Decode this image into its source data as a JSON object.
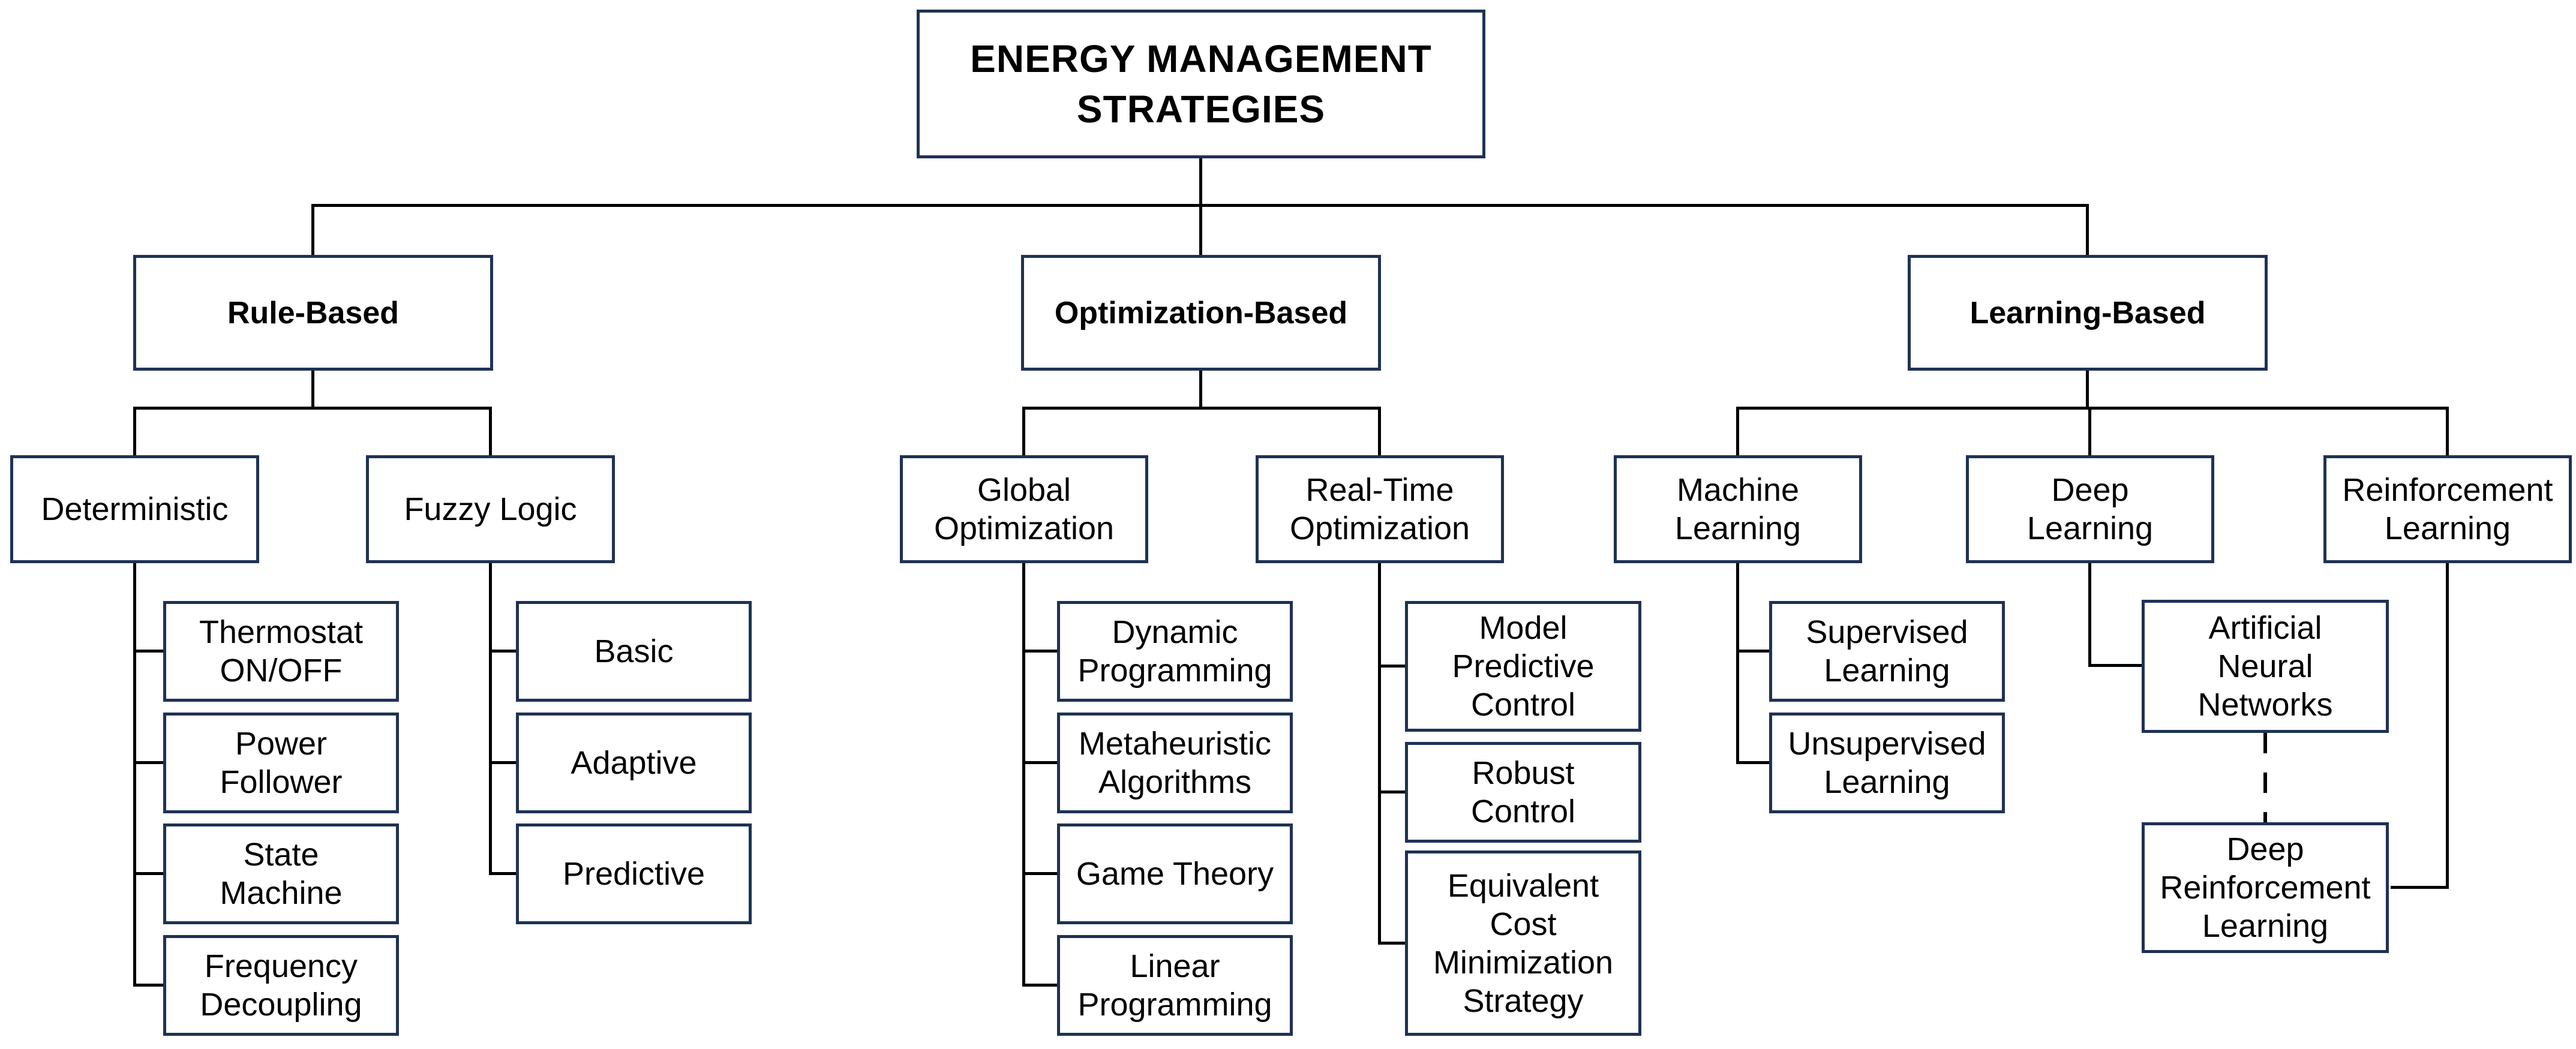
{
  "styles": {
    "box_border_color": "#1e3254",
    "connector_color": "#000000",
    "text_color": "#000000",
    "background_color": "#ffffff"
  },
  "nodes": {
    "root": {
      "label": "ENERGY MANAGEMENT\nSTRATEGIES"
    },
    "rule_based": {
      "label": "Rule-Based"
    },
    "optimization_based": {
      "label": "Optimization-Based"
    },
    "learning_based": {
      "label": "Learning-Based"
    },
    "deterministic": {
      "label": "Deterministic"
    },
    "fuzzy_logic": {
      "label": "Fuzzy Logic"
    },
    "global_optimization": {
      "label": "Global\nOptimization"
    },
    "real_time_optimization": {
      "label": "Real-Time\nOptimization"
    },
    "machine_learning": {
      "label": "Machine\nLearning"
    },
    "deep_learning": {
      "label": "Deep\nLearning"
    },
    "reinforcement_learning": {
      "label": "Reinforcement\nLearning"
    },
    "thermostat_on_off": {
      "label": "Thermostat\nON/OFF"
    },
    "power_follower": {
      "label": "Power\nFollower"
    },
    "state_machine": {
      "label": "State\nMachine"
    },
    "frequency_decoupling": {
      "label": "Frequency\nDecoupling"
    },
    "basic": {
      "label": "Basic"
    },
    "adaptive": {
      "label": "Adaptive"
    },
    "predictive": {
      "label": "Predictive"
    },
    "dynamic_programming": {
      "label": "Dynamic\nProgramming"
    },
    "metaheuristic_algorithms": {
      "label": "Metaheuristic\nAlgorithms"
    },
    "game_theory": {
      "label": "Game Theory"
    },
    "linear_programming": {
      "label": "Linear\nProgramming"
    },
    "model_predictive_control": {
      "label": "Model\nPredictive\nControl"
    },
    "robust_control": {
      "label": "Robust\nControl"
    },
    "equivalent_cost_minimization_strategy": {
      "label": "Equivalent\nCost\nMinimization\nStrategy"
    },
    "supervised_learning": {
      "label": "Supervised\nLearning"
    },
    "unsupervised_learning": {
      "label": "Unsupervised\nLearning"
    },
    "artificial_neural_networks": {
      "label": "Artificial\nNeural\nNetworks"
    },
    "deep_reinforcement_learning": {
      "label": "Deep\nReinforcement\nLearning"
    }
  },
  "edges": [
    {
      "from": "root",
      "to": "rule_based",
      "style": "solid"
    },
    {
      "from": "root",
      "to": "optimization_based",
      "style": "solid"
    },
    {
      "from": "root",
      "to": "learning_based",
      "style": "solid"
    },
    {
      "from": "rule_based",
      "to": "deterministic",
      "style": "solid"
    },
    {
      "from": "rule_based",
      "to": "fuzzy_logic",
      "style": "solid"
    },
    {
      "from": "optimization_based",
      "to": "global_optimization",
      "style": "solid"
    },
    {
      "from": "optimization_based",
      "to": "real_time_optimization",
      "style": "solid"
    },
    {
      "from": "learning_based",
      "to": "machine_learning",
      "style": "solid"
    },
    {
      "from": "learning_based",
      "to": "deep_learning",
      "style": "solid"
    },
    {
      "from": "learning_based",
      "to": "reinforcement_learning",
      "style": "solid"
    },
    {
      "from": "deterministic",
      "to": "thermostat_on_off",
      "style": "solid"
    },
    {
      "from": "deterministic",
      "to": "power_follower",
      "style": "solid"
    },
    {
      "from": "deterministic",
      "to": "state_machine",
      "style": "solid"
    },
    {
      "from": "deterministic",
      "to": "frequency_decoupling",
      "style": "solid"
    },
    {
      "from": "fuzzy_logic",
      "to": "basic",
      "style": "solid"
    },
    {
      "from": "fuzzy_logic",
      "to": "adaptive",
      "style": "solid"
    },
    {
      "from": "fuzzy_logic",
      "to": "predictive",
      "style": "solid"
    },
    {
      "from": "global_optimization",
      "to": "dynamic_programming",
      "style": "solid"
    },
    {
      "from": "global_optimization",
      "to": "metaheuristic_algorithms",
      "style": "solid"
    },
    {
      "from": "global_optimization",
      "to": "game_theory",
      "style": "solid"
    },
    {
      "from": "global_optimization",
      "to": "linear_programming",
      "style": "solid"
    },
    {
      "from": "real_time_optimization",
      "to": "model_predictive_control",
      "style": "solid"
    },
    {
      "from": "real_time_optimization",
      "to": "robust_control",
      "style": "solid"
    },
    {
      "from": "real_time_optimization",
      "to": "equivalent_cost_minimization_strategy",
      "style": "solid"
    },
    {
      "from": "machine_learning",
      "to": "supervised_learning",
      "style": "solid"
    },
    {
      "from": "machine_learning",
      "to": "unsupervised_learning",
      "style": "solid"
    },
    {
      "from": "deep_learning",
      "to": "artificial_neural_networks",
      "style": "solid"
    },
    {
      "from": "artificial_neural_networks",
      "to": "deep_reinforcement_learning",
      "style": "dashed"
    },
    {
      "from": "reinforcement_learning",
      "to": "deep_reinforcement_learning",
      "style": "solid"
    }
  ]
}
